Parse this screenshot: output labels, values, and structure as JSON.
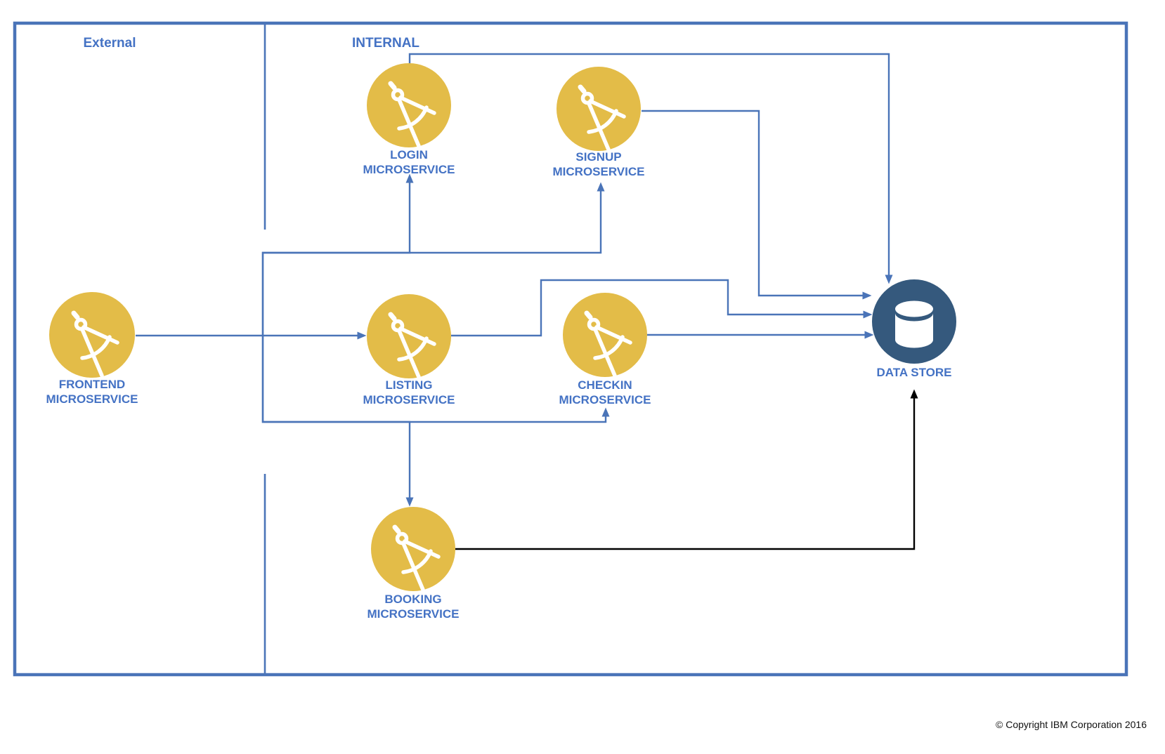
{
  "diagram": {
    "external_label": "External",
    "internal_label": "INTERNAL",
    "nodes": [
      {
        "id": "frontend",
        "line1": "FRONTEND",
        "line2": "MICROSERVICE",
        "icon": "compass-icon",
        "zone": "external"
      },
      {
        "id": "login",
        "line1": "LOGIN",
        "line2": "MICROSERVICE",
        "icon": "compass-icon",
        "zone": "internal"
      },
      {
        "id": "signup",
        "line1": "SIGNUP",
        "line2": "MICROSERVICE",
        "icon": "compass-icon",
        "zone": "internal"
      },
      {
        "id": "listing",
        "line1": "LISTING",
        "line2": "MICROSERVICE",
        "icon": "compass-icon",
        "zone": "internal"
      },
      {
        "id": "checkin",
        "line1": "CHECKIN",
        "line2": "MICROSERVICE",
        "icon": "compass-icon",
        "zone": "internal"
      },
      {
        "id": "booking",
        "line1": "BOOKING",
        "line2": "MICROSERVICE",
        "icon": "compass-icon",
        "zone": "internal"
      },
      {
        "id": "datastore",
        "line1": "DATA STORE",
        "line2": "",
        "icon": "database-icon",
        "zone": "internal"
      }
    ],
    "edges": [
      {
        "from": "frontend",
        "to": "listing",
        "color": "blue"
      },
      {
        "from": "frontend",
        "to": "login",
        "color": "blue"
      },
      {
        "from": "frontend",
        "to": "signup",
        "color": "blue"
      },
      {
        "from": "frontend",
        "to": "checkin",
        "color": "blue"
      },
      {
        "from": "frontend",
        "to": "booking",
        "color": "blue"
      },
      {
        "from": "login",
        "to": "datastore",
        "color": "blue"
      },
      {
        "from": "signup",
        "to": "datastore",
        "color": "blue"
      },
      {
        "from": "listing",
        "to": "datastore",
        "color": "blue"
      },
      {
        "from": "checkin",
        "to": "datastore",
        "color": "blue"
      },
      {
        "from": "booking",
        "to": "datastore",
        "color": "black"
      }
    ],
    "colors": {
      "line_blue": "#4A74B8",
      "label_blue": "#4472C4",
      "service_gold": "#E3BC48",
      "datastore_navy": "#35597D",
      "booking_edge_black": "#000000",
      "canvas_white": "#FFFFFF"
    }
  },
  "footer": {
    "copyright": "© Copyright IBM Corporation 2016"
  }
}
